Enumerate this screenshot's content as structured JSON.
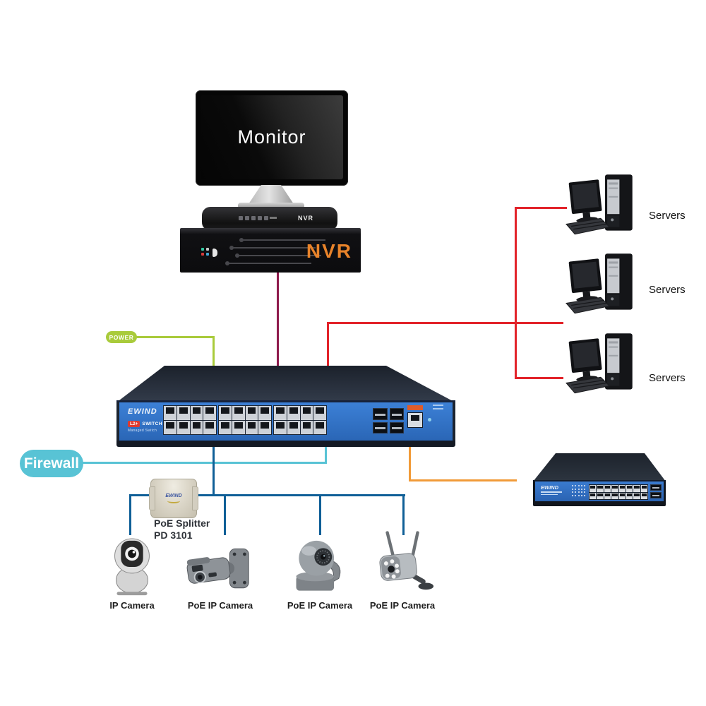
{
  "colors": {
    "power_green": "#a9cb3b",
    "nvr_line": "#8e1b4d",
    "server_red": "#e2232a",
    "firewall_teal": "#58c3d5",
    "camera_blue": "#0f5f97",
    "uplink_orange": "#f19a38",
    "switch_front_blue": "#2f72c6",
    "nvr_text_orange": "#e8832a"
  },
  "monitor": {
    "label": "Monitor"
  },
  "nvr_player": {
    "label": "NVR"
  },
  "nvr_recorder": {
    "label": "NVR"
  },
  "power_badge": {
    "label": "POWER"
  },
  "firewall_badge": {
    "label": "Firewall"
  },
  "main_switch": {
    "brand": "EWIND",
    "model_badge": "L2+",
    "model_text": "SWITCH",
    "subtitle": "Managed Switch",
    "rj45_port_groups": 3,
    "ports_per_group_rows": 2,
    "ports_per_group_cols": 4,
    "sfp_ports": 4
  },
  "servers": {
    "items": [
      {
        "label": "Servers"
      },
      {
        "label": "Servers"
      },
      {
        "label": "Servers"
      }
    ]
  },
  "poe_splitter": {
    "brand": "EWIND",
    "name": "PoE Splitter",
    "model": "PD 3101"
  },
  "small_switch": {
    "brand": "EWIND",
    "rj45_rows": 2,
    "rj45_cols": 8,
    "sfp_ports": 2
  },
  "cameras": {
    "items": [
      {
        "label": "IP Camera",
        "type": "dome"
      },
      {
        "label": "PoE IP Camera",
        "type": "bullet"
      },
      {
        "label": "PoE IP Camera",
        "type": "ptz"
      },
      {
        "label": "PoE IP Camera",
        "type": "wifi-bullet"
      }
    ]
  }
}
